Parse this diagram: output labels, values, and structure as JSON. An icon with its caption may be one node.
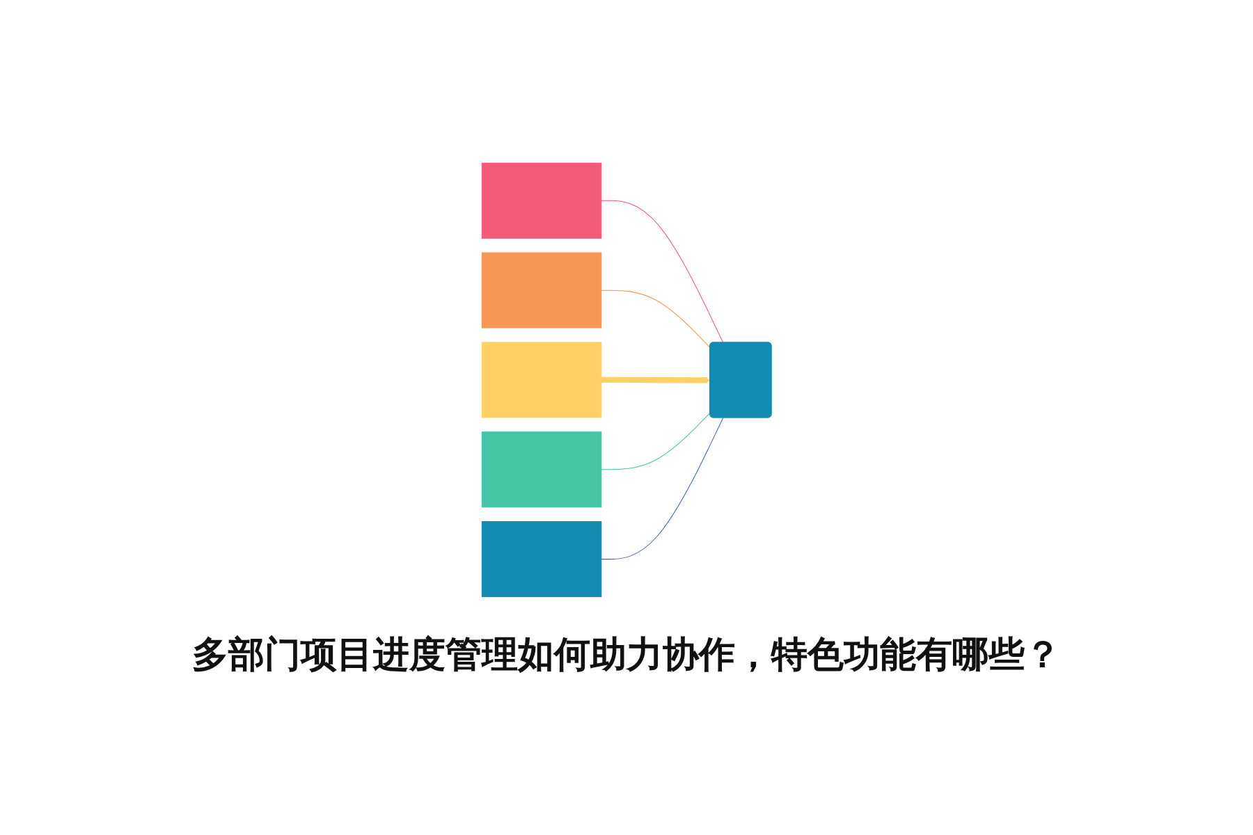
{
  "diagram": {
    "title": "多部门项目进度管理如何助力协作，特色功能有哪些？",
    "nodes": [
      {
        "text": [],
        "shape": "bar"
      },
      {
        "text": [],
        "shape": "bar"
      },
      {
        "text": [],
        "shape": "bar"
      },
      {
        "text": [],
        "shape": "bar"
      },
      {
        "text": [],
        "shape": "bar"
      },
      {
        "text": [],
        "shape": "box"
      }
    ],
    "edges": [
      {
        "from": 0,
        "to": 5,
        "arrow": "none",
        "color": "#e8587a"
      },
      {
        "from": 1,
        "to": 5,
        "arrow": "none",
        "color": "#f7954f"
      },
      {
        "from": 2,
        "to": 5,
        "arrow": "to",
        "style": "thick",
        "color": "#ffd066"
      },
      {
        "from": 3,
        "to": 5,
        "arrow": "none",
        "color": "#45c5a5"
      },
      {
        "from": 4,
        "to": 5,
        "arrow": "none",
        "color": "#3f64a8"
      }
    ]
  }
}
